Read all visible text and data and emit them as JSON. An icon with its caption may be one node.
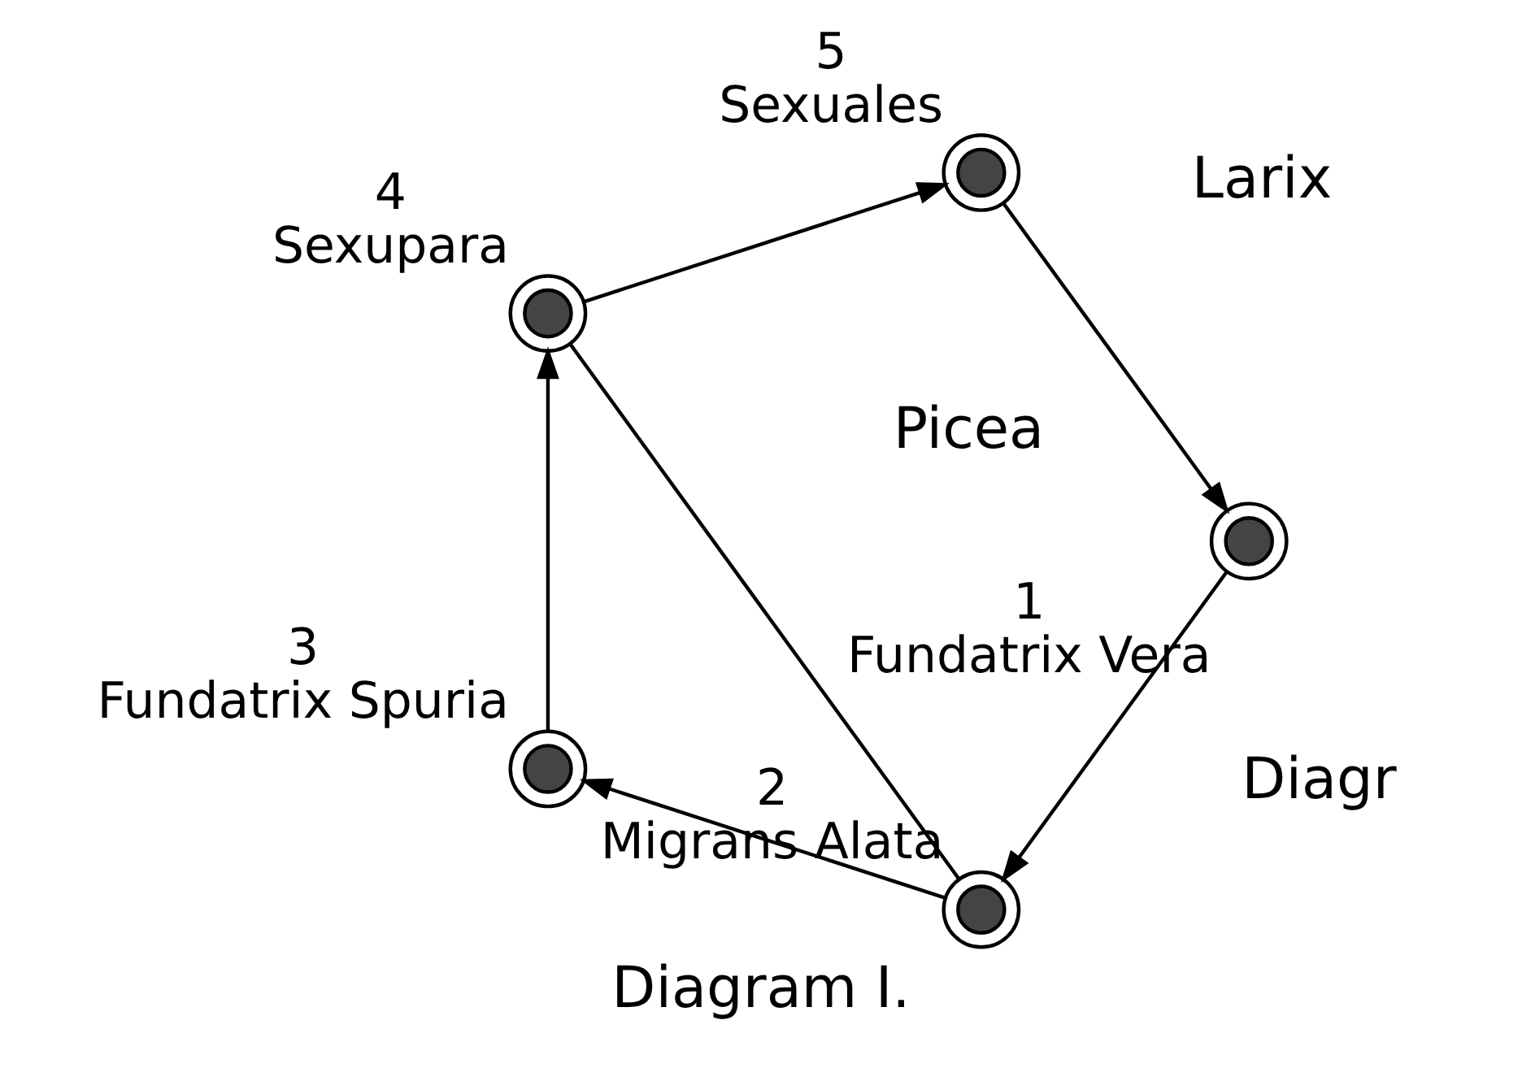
{
  "diagram": {
    "title": "Diagram I.",
    "nodes": [
      {
        "text": [],
        "shape": "circle",
        "beside": [
          "1",
          "Fundatrix Vera"
        ]
      },
      {
        "text": [],
        "shape": "circle",
        "beside": [
          "2",
          "Migrans Alata"
        ]
      },
      {
        "text": [],
        "shape": "circle",
        "beside": [
          "3",
          "Fundatrix Spuria"
        ]
      },
      {
        "text": [],
        "shape": "circle",
        "beside": [
          "4",
          "Sexupara"
        ]
      },
      {
        "text": [],
        "shape": "circle",
        "beside": [
          "5",
          "Sexuales"
        ]
      }
    ],
    "edges": [
      {
        "from": 0,
        "to": 1,
        "arrow": "to"
      },
      {
        "from": 1,
        "to": 2,
        "arrow": "to"
      },
      {
        "from": 2,
        "to": 3,
        "arrow": "to"
      },
      {
        "from": 3,
        "to": 4,
        "arrow": "to"
      },
      {
        "from": 4,
        "to": 0,
        "arrow": "to"
      },
      {
        "from": 3,
        "to": 1,
        "arrow": "none"
      }
    ],
    "labels": [
      "Picea",
      "Larix",
      "Diagr"
    ]
  }
}
